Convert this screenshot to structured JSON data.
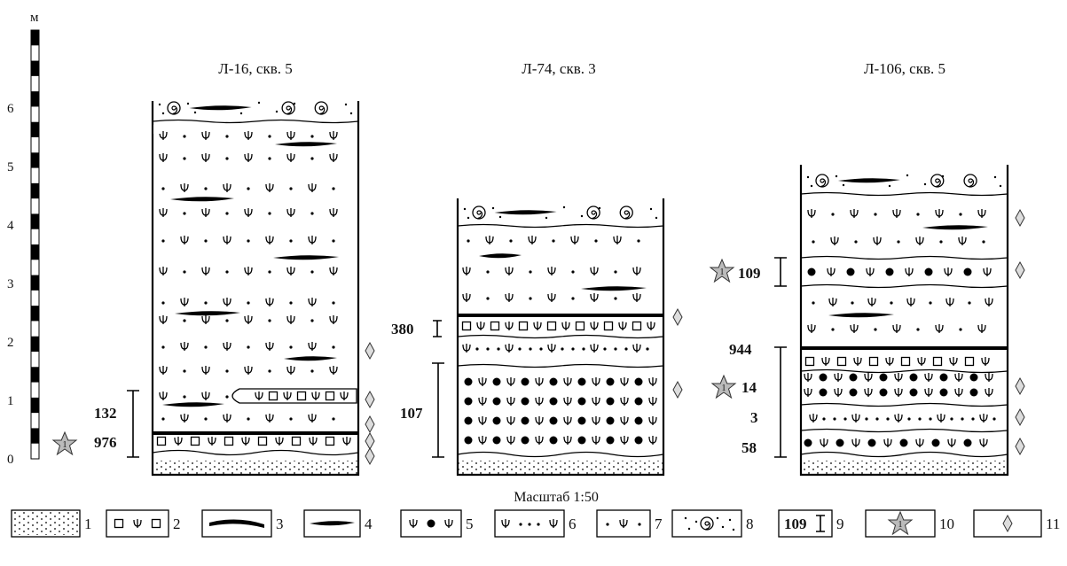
{
  "scale": {
    "unit": "м",
    "ticks": [
      "0",
      "1",
      "2",
      "3",
      "4",
      "5",
      "6"
    ]
  },
  "caption": "Масштаб 1:50",
  "columns": [
    {
      "title": "Л-16, скв. 5",
      "samples": [
        {
          "label": "132"
        },
        {
          "label": "976",
          "star": "1"
        }
      ]
    },
    {
      "title": "Л-74, скв. 3",
      "samples": [
        {
          "label": "380"
        },
        {
          "label": "107"
        }
      ]
    },
    {
      "title": "Л-106, скв. 5",
      "samples": [
        {
          "label": "109",
          "star": "1"
        },
        {
          "label": "944"
        },
        {
          "label": "14",
          "star": "1"
        },
        {
          "label": "3"
        },
        {
          "label": "58"
        }
      ]
    }
  ],
  "legend": [
    {
      "num": "1",
      "pattern": "sand-dots"
    },
    {
      "num": "2",
      "pattern": "square-psi"
    },
    {
      "num": "3",
      "pattern": "thick-lens"
    },
    {
      "num": "4",
      "pattern": "thin-lens"
    },
    {
      "num": "5",
      "pattern": "psi-dot-bold"
    },
    {
      "num": "6",
      "pattern": "psi-dots"
    },
    {
      "num": "7",
      "pattern": "dot-psi-dot"
    },
    {
      "num": "8",
      "pattern": "shell-dots"
    },
    {
      "num": "9",
      "pattern": "sample-bracket",
      "text": "109"
    },
    {
      "num": "10",
      "pattern": "star",
      "text": "1"
    },
    {
      "num": "11",
      "pattern": "diamond"
    }
  ]
}
